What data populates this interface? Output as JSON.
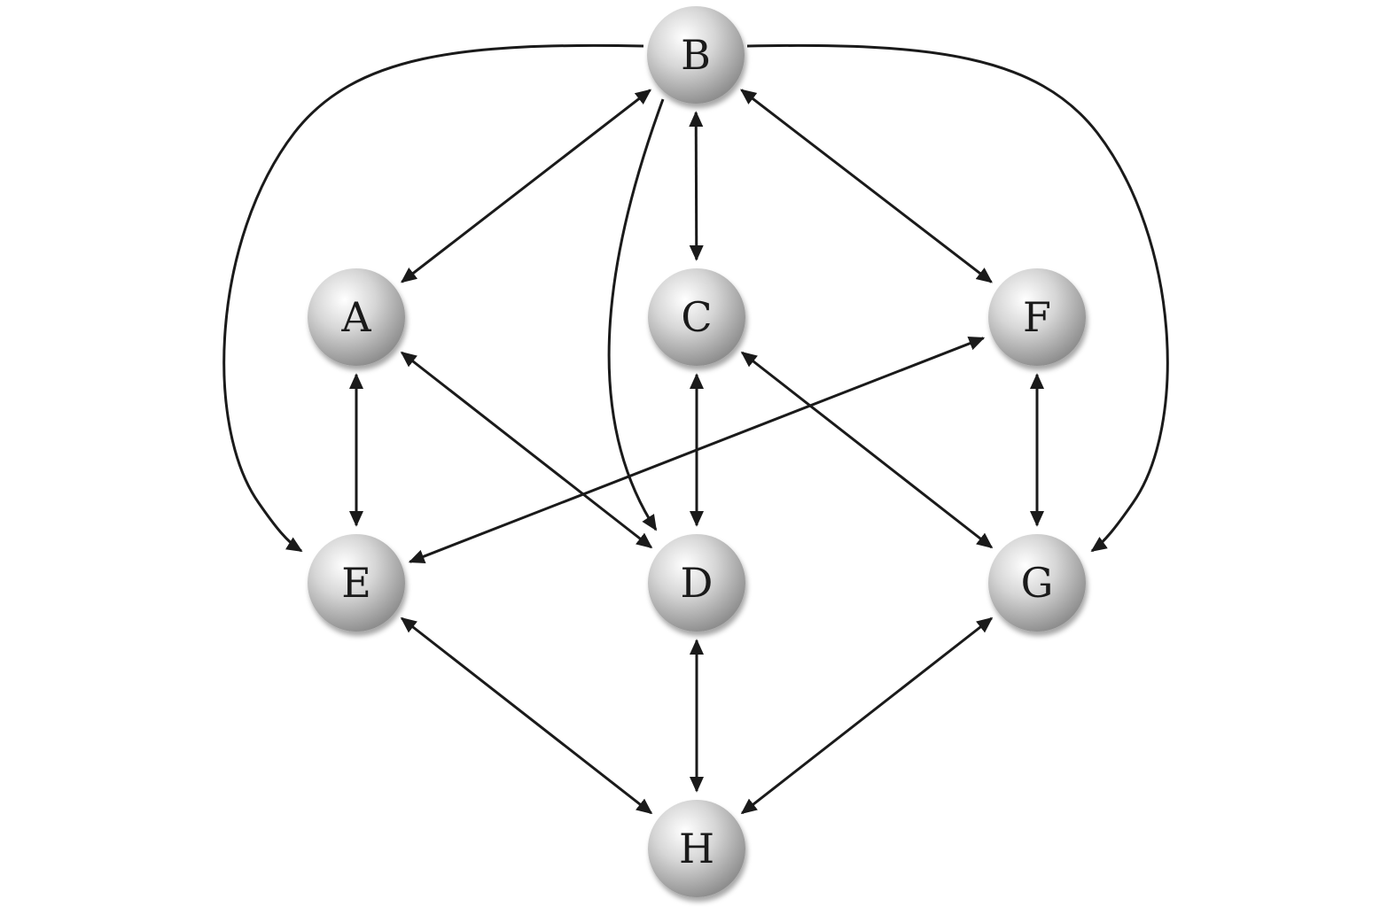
{
  "diagram": {
    "colors": {
      "edge": "#1a1a1a",
      "node_highlight": "#ffffff",
      "node_mid": "#d6d6d6",
      "node_shadow": "#8e8e8e",
      "label": "#1a1a1a"
    },
    "nodes": [
      {
        "id": "B",
        "label": "B"
      },
      {
        "id": "A",
        "label": "A"
      },
      {
        "id": "C",
        "label": "C"
      },
      {
        "id": "F",
        "label": "F"
      },
      {
        "id": "E",
        "label": "E"
      },
      {
        "id": "D",
        "label": "D"
      },
      {
        "id": "G",
        "label": "G"
      },
      {
        "id": "H",
        "label": "H"
      }
    ],
    "edges": [
      {
        "from": "B",
        "to": "A",
        "direction": "both"
      },
      {
        "from": "B",
        "to": "C",
        "direction": "both"
      },
      {
        "from": "B",
        "to": "F",
        "direction": "both"
      },
      {
        "from": "B",
        "to": "D",
        "direction": "forward"
      },
      {
        "from": "B",
        "to": "E",
        "direction": "forward"
      },
      {
        "from": "B",
        "to": "G",
        "direction": "forward"
      },
      {
        "from": "A",
        "to": "E",
        "direction": "both"
      },
      {
        "from": "A",
        "to": "D",
        "direction": "both"
      },
      {
        "from": "C",
        "to": "D",
        "direction": "both"
      },
      {
        "from": "C",
        "to": "G",
        "direction": "both"
      },
      {
        "from": "F",
        "to": "E",
        "direction": "both"
      },
      {
        "from": "F",
        "to": "G",
        "direction": "both"
      },
      {
        "from": "E",
        "to": "H",
        "direction": "both"
      },
      {
        "from": "D",
        "to": "H",
        "direction": "both"
      },
      {
        "from": "G",
        "to": "H",
        "direction": "both"
      }
    ]
  }
}
